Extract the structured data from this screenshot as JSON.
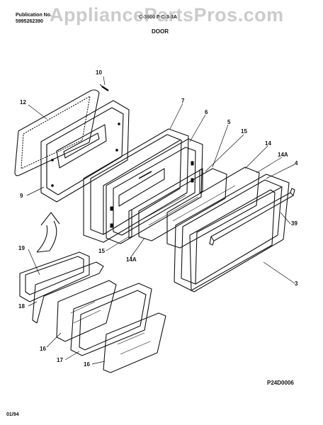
{
  "header": {
    "publication_label": "Publication No.",
    "publication_number": "5995262390",
    "model_text": "C-3600 P C-3-3A",
    "watermark": "AppliancePartsPros.com",
    "section_title": "DOOR"
  },
  "parts": [
    "10",
    "12",
    "7",
    "6",
    "5",
    "15",
    "14",
    "14A",
    "4",
    "9",
    "39",
    "19",
    "15",
    "14A",
    "3",
    "18",
    "16",
    "17",
    "16"
  ],
  "diagram_code": "P24D0006",
  "footer_date": "01/94"
}
